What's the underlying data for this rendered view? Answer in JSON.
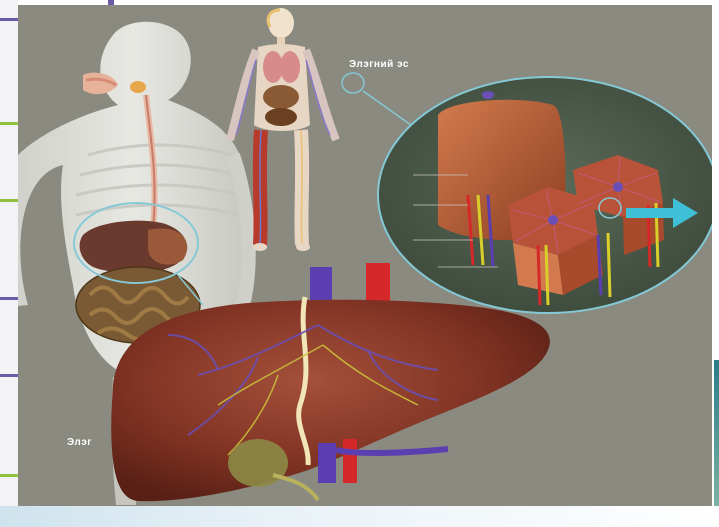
{
  "labels": {
    "cell_callout": "Элэгний эс",
    "liver": "Элэг"
  },
  "colors": {
    "background_plate": "#8a8a80",
    "callout_line": "#86c9d6",
    "arrow": "#3fc0d6",
    "vein_blue": "#5b3fb0",
    "artery_red": "#d62828",
    "bile_yellow": "#d8cf2a",
    "liver": "#8a3a2a"
  },
  "icons": [
    "magnifier-circle",
    "right-arrow"
  ]
}
